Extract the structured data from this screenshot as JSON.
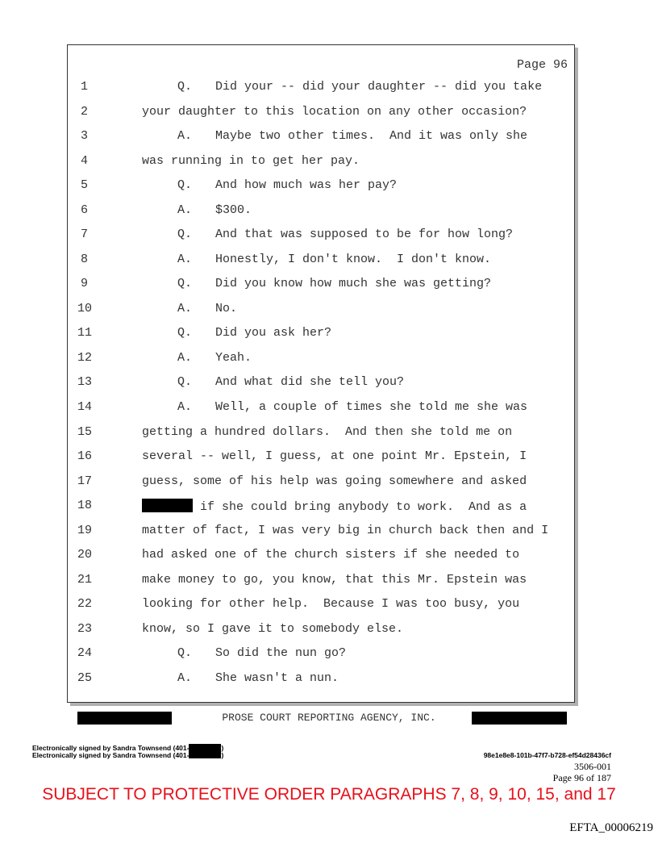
{
  "header": {
    "page_label": "Page 96"
  },
  "lines": [
    {
      "num": "1",
      "label": "Q.",
      "text": "Did your -- did your daughter -- did you take"
    },
    {
      "num": "2",
      "label": "",
      "text": "your daughter to this location on any other occasion?"
    },
    {
      "num": "3",
      "label": "A.",
      "text": "Maybe two other times.  And it was only she"
    },
    {
      "num": "4",
      "label": "",
      "text": "was running in to get her pay."
    },
    {
      "num": "5",
      "label": "Q.",
      "text": "And how much was her pay?"
    },
    {
      "num": "6",
      "label": "A.",
      "text": "$300."
    },
    {
      "num": "7",
      "label": "Q.",
      "text": "And that was supposed to be for how long?"
    },
    {
      "num": "8",
      "label": "A.",
      "text": "Honestly, I don't know.  I don't know."
    },
    {
      "num": "9",
      "label": "Q.",
      "text": "Did you know how much she was getting?"
    },
    {
      "num": "10",
      "label": "A.",
      "text": "No."
    },
    {
      "num": "11",
      "label": "Q.",
      "text": "Did you ask her?"
    },
    {
      "num": "12",
      "label": "A.",
      "text": "Yeah."
    },
    {
      "num": "13",
      "label": "Q.",
      "text": "And what did she tell you?"
    },
    {
      "num": "14",
      "label": "A.",
      "text": "Well, a couple of times she told me she was"
    },
    {
      "num": "15",
      "label": "",
      "text": "getting a hundred dollars.  And then she told me on"
    },
    {
      "num": "16",
      "label": "",
      "text": "several -- well, I guess, at one point Mr. Epstein, I"
    },
    {
      "num": "17",
      "label": "",
      "text": "guess, some of his help was going somewhere and asked"
    },
    {
      "num": "18",
      "label": "",
      "text": " if she could bring anybody to work.  And as a",
      "redacted_prefix": true
    },
    {
      "num": "19",
      "label": "",
      "text": "matter of fact, I was very big in church back then and I"
    },
    {
      "num": "20",
      "label": "",
      "text": "had asked one of the church sisters if she needed to"
    },
    {
      "num": "21",
      "label": "",
      "text": "make money to go, you know, that this Mr. Epstein was"
    },
    {
      "num": "22",
      "label": "",
      "text": "looking for other help.  Because I was too busy, you"
    },
    {
      "num": "23",
      "label": "",
      "text": "know, so I gave it to somebody else."
    },
    {
      "num": "24",
      "label": "Q.",
      "text": "So did the nun go?"
    },
    {
      "num": "25",
      "label": "A.",
      "text": "She wasn't a nun."
    }
  ],
  "footer": {
    "company": "PROSE COURT REPORTING AGENCY, INC.",
    "signature_prefix": "Electronically signed by Sandra Townsend (401-",
    "signature_suffix": ")",
    "hash": "98e1e8e8-101b-47f7-b728-ef54d28436cf",
    "case_no": "3506-001",
    "page_of": "Page 96 of 187",
    "protective_order": "SUBJECT TO PROTECTIVE ORDER PARAGRAPHS 7, 8, 9, 10, 15, and 17",
    "bates": "EFTA_00006219"
  },
  "colors": {
    "protective_order": "#e8101a"
  }
}
